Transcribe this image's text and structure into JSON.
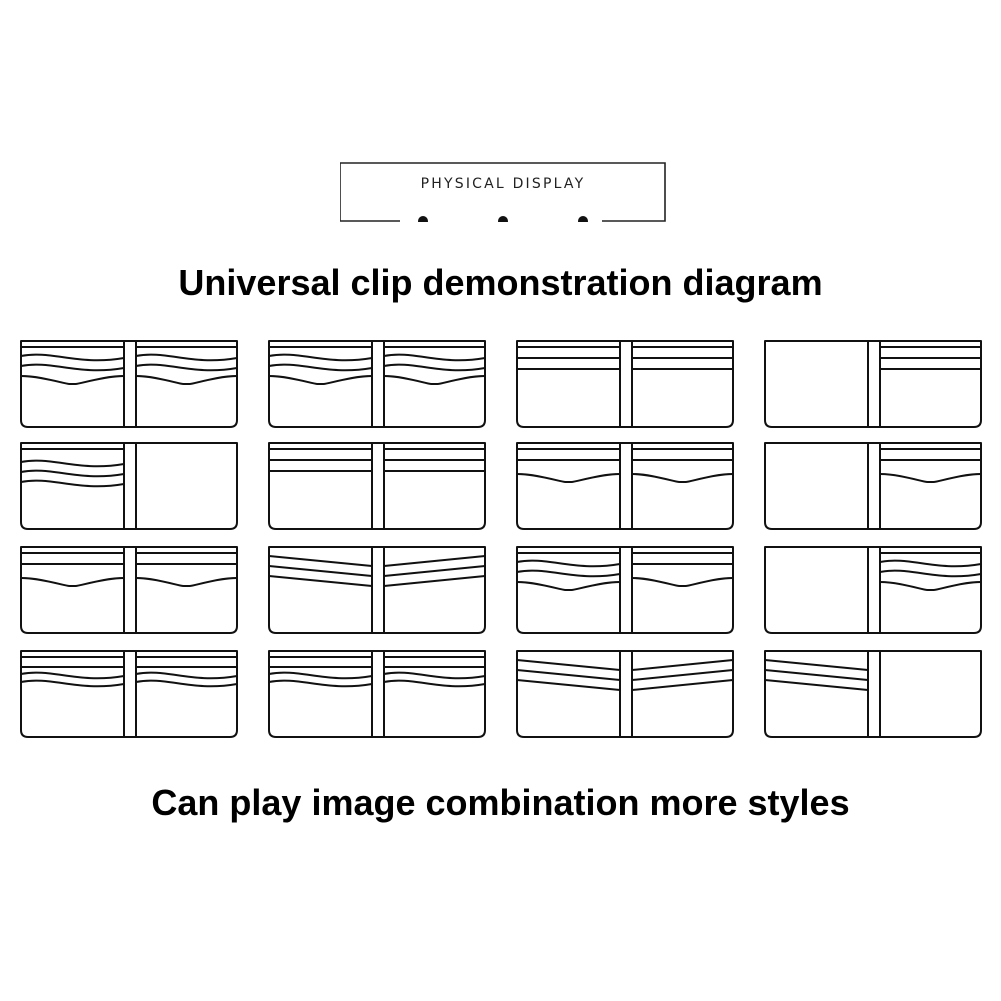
{
  "badge": {
    "text": "PHYSICAL DISPLAY"
  },
  "title": "Universal clip demonstration diagram",
  "footer": "Can play image combination more styles",
  "diagram": {
    "rows": 4,
    "cols": 4,
    "wallets": [
      {
        "left": "wave",
        "right": "wave"
      },
      {
        "left": "wave",
        "right": "wave"
      },
      {
        "left": "flat",
        "right": "flat"
      },
      {
        "left": "none",
        "right": "flat"
      },
      {
        "left": "wave-r",
        "right": "none"
      },
      {
        "left": "flat",
        "right": "flat"
      },
      {
        "left": "pocket",
        "right": "pocket"
      },
      {
        "left": "none",
        "right": "pocket"
      },
      {
        "left": "pocket",
        "right": "pocket"
      },
      {
        "left": "slant",
        "right": "slant-up"
      },
      {
        "left": "wave",
        "right": "pocket"
      },
      {
        "left": "none",
        "right": "wave"
      },
      {
        "left": "curve",
        "right": "curve"
      },
      {
        "left": "curve",
        "right": "curve"
      },
      {
        "left": "slant",
        "right": "slant-up"
      },
      {
        "left": "slant",
        "right": "none"
      }
    ]
  }
}
